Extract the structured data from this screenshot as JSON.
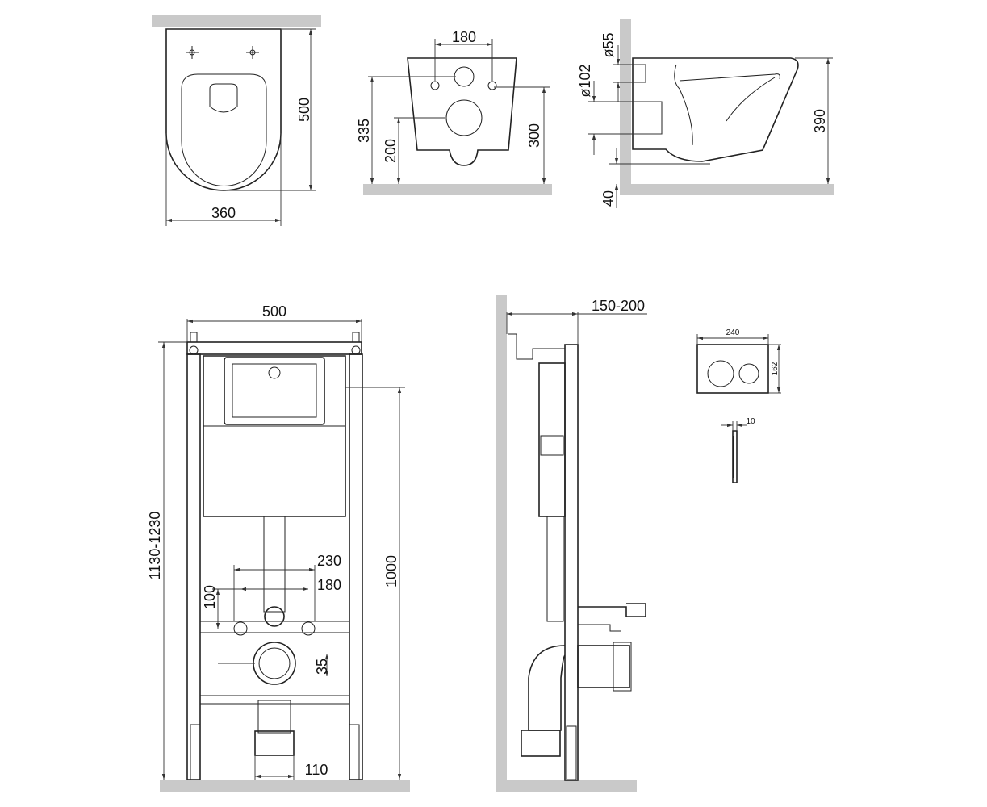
{
  "top_view": {
    "width": "360",
    "depth": "500"
  },
  "front_view": {
    "hole_spacing": "180",
    "bolt_height": "335",
    "outlet_height": "200",
    "bottom_height": "300"
  },
  "side_view": {
    "inlet_diameter": "ø55",
    "outlet_diameter": "ø102",
    "height": "390",
    "floor_gap": "40"
  },
  "frame_front": {
    "width": "500",
    "frame_height": "1130-1230",
    "cistern_height": "1000",
    "outer_spacing": "230",
    "inner_spacing": "180",
    "height_100": "100",
    "offset_35": "35",
    "pipe_110": "110"
  },
  "frame_side": {
    "depth_range": "150-200"
  },
  "flush_plate": {
    "width": "240",
    "height": "162",
    "thickness": "10"
  }
}
